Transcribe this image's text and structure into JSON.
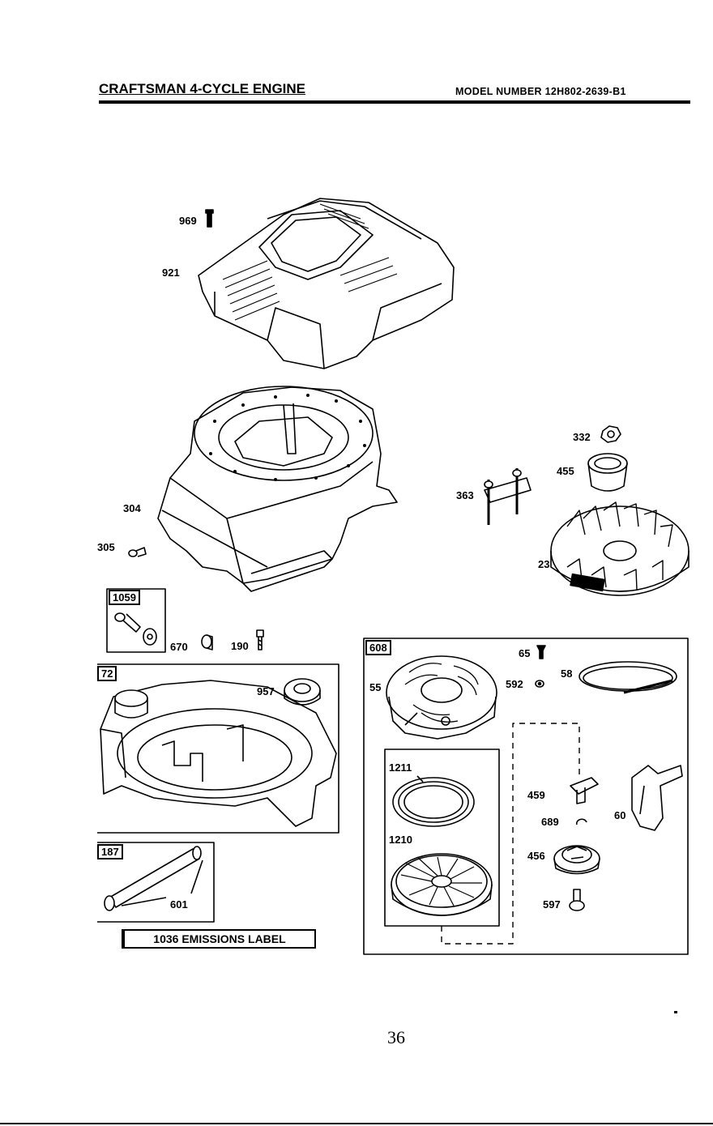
{
  "header": {
    "title": "CRAFTSMAN 4-CYCLE ENGINE",
    "model": "MODEL NUMBER 12H802-2639-B1"
  },
  "parts": {
    "p969": "969",
    "p921": "921",
    "p304": "304",
    "p305": "305",
    "p1059": "1059",
    "p670": "670",
    "p190": "190",
    "p72": "72",
    "p957": "957",
    "p187": "187",
    "p601": "601",
    "p332": "332",
    "p455": "455",
    "p363": "363",
    "p23": "23",
    "p608": "608",
    "p65": "65",
    "p55": "55",
    "p592": "592",
    "p58": "58",
    "p1211": "1211",
    "p1210": "1210",
    "p459": "459",
    "p689": "689",
    "p60": "60",
    "p456": "456",
    "p597": "597"
  },
  "emissions_label": "1036 EMISSIONS LABEL",
  "page_number": "36"
}
